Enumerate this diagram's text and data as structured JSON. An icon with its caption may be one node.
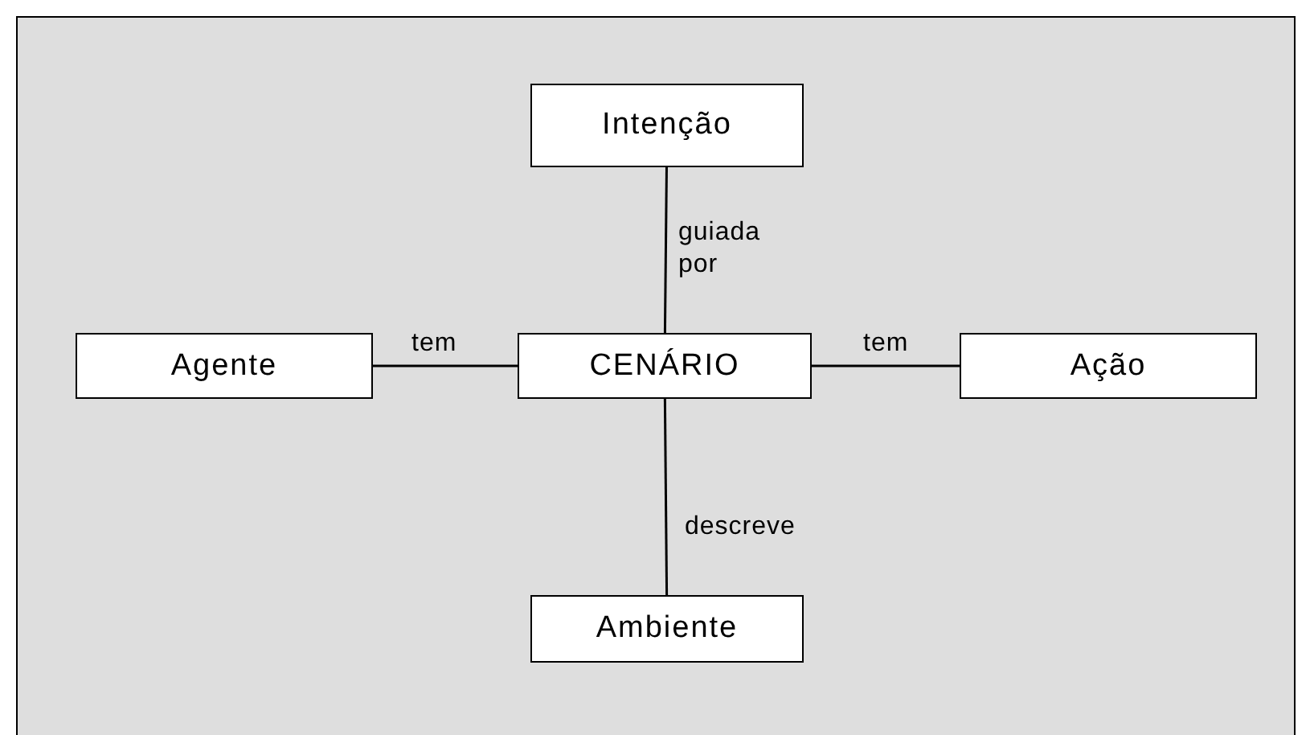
{
  "diagram": {
    "nodes": [
      {
        "text": [
          "Intenção"
        ]
      },
      {
        "text": [
          "Agente"
        ]
      },
      {
        "text": [
          "CENÁRIO"
        ]
      },
      {
        "text": [
          "Ação"
        ]
      },
      {
        "text": [
          "Ambiente"
        ]
      }
    ],
    "edges": [
      {
        "from": 2,
        "to": 0,
        "arrow": "none",
        "label": "guiada por"
      },
      {
        "from": 2,
        "to": 1,
        "arrow": "none",
        "label": "tem"
      },
      {
        "from": 2,
        "to": 3,
        "arrow": "none",
        "label": "tem"
      },
      {
        "from": 2,
        "to": 4,
        "arrow": "none",
        "label": "descreve"
      }
    ]
  }
}
